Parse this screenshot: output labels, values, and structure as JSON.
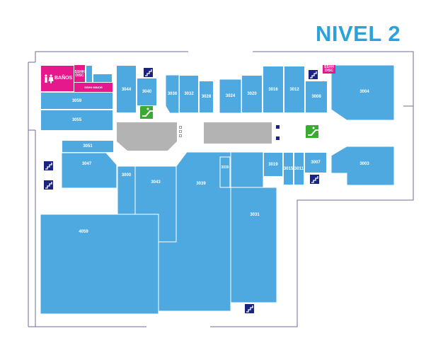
{
  "title": "NIVEL 2",
  "colors": {
    "store": "#4fa9e1",
    "title": "#2aa3dd",
    "restroom": "#e5188c",
    "stairs": "#1a237e",
    "escalator": "#3aaa35",
    "void": "#b3b3b3"
  },
  "stores": {
    "s3004": "3004",
    "s3003": "3003",
    "s3008": "3008",
    "s3012": "3012",
    "s3016": "3016",
    "s3020": "3020",
    "s3024": "3024",
    "s3028": "3028",
    "s3032": "3032",
    "s3036": "3036",
    "s3040": "3040",
    "s3044": "3044",
    "s3059": "3059",
    "s3055": "3055",
    "s3051": "3051",
    "s3047": "3047",
    "s3000": "3000",
    "s3043": "3043",
    "s3039": "3039",
    "s3035": "3035",
    "s3031": "3031",
    "s3019": "3019",
    "s3015": "3015",
    "s3011": "3011",
    "s3007": "3007",
    "s4059": "4059"
  },
  "restroom": {
    "label": "BAÑOS",
    "badge_left": "SSHH DISC",
    "badge_bottom": "SSHH MINOR"
  },
  "badge_right": "SSHH DISC",
  "icons": {
    "stairs": "stairs-icon",
    "escalator": "escalator-icon",
    "restroom": "restroom-icon"
  }
}
